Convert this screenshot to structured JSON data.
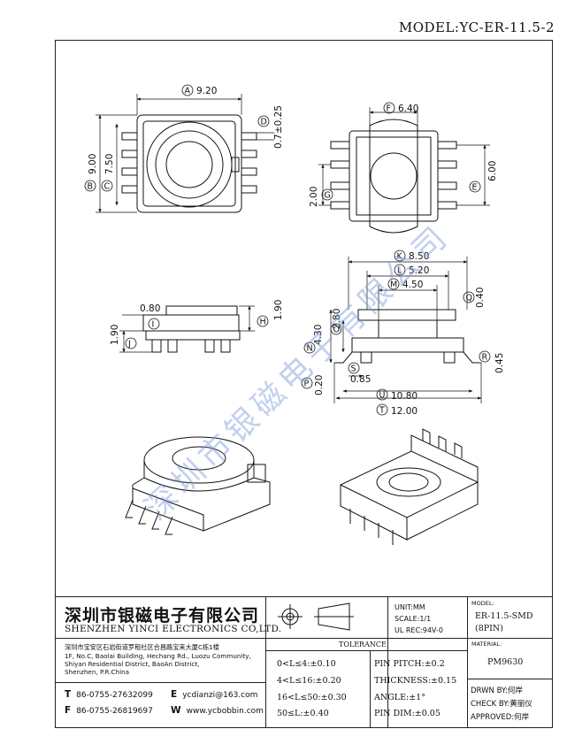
{
  "header": {
    "model_title": "MODEL:YC-ER-11.5-2"
  },
  "dimensions": {
    "A": "9.20",
    "B": "9.00",
    "C": "7.50",
    "D": "0.7±0.25",
    "E": "6.00",
    "F": "6.40",
    "G": "2.00",
    "H": "1.90",
    "I": "0.80",
    "J": "1.90",
    "K": "8.50",
    "L": "5.20",
    "M": "4.50",
    "N": "4.30",
    "O": "2.80",
    "P": "0.20",
    "Q": "0.40",
    "R": "0.45",
    "S": "0.85",
    "T": "12.00",
    "U": "10.80"
  },
  "labels": {
    "A": "A",
    "B": "B",
    "C": "C",
    "D": "D",
    "E": "E",
    "F": "F",
    "G": "G",
    "H": "H",
    "I": "I",
    "J": "J",
    "K": "K",
    "L": "L",
    "M": "M",
    "N": "N",
    "O": "O",
    "P": "P",
    "Q": "Q",
    "R": "R",
    "S": "S",
    "T": "T",
    "U": "U"
  },
  "watermark": "深圳市银磁电子有限公司",
  "title_block": {
    "company_cn": "深圳市银磁电子有限公司",
    "company_en": "SHENZHEN YINCI ELECTRONICS CO,LTD.",
    "address_cn": "深圳市宝安区石岩街道罗租社区合昌路宝来大厦C栋1楼",
    "address_en_1": "1F, No.C, Baolai Building, Hechang Rd., Luozu Community,",
    "address_en_2": "Shiyan Residential District, BaoAn District,",
    "address_en_3": "Shenzhen, P.R.China",
    "tel_label": "T",
    "tel": "86-0755-27632099",
    "fax_label": "F",
    "fax": "86-0755-26819697",
    "email_label": "E",
    "email": "ycdianzi@163.com",
    "web_label": "W",
    "web": "www.ycbobbin.com",
    "unit": "UNIT:MM",
    "scale": "SCALE:1/1",
    "ul": "UL REC:94V-0",
    "tolerance_title": "TOLERANCE",
    "tol_1": "0<L≤4:±0.10",
    "tol_2": "4<L≤16:±0.20",
    "tol_3": "16<L≤50:±0.30",
    "tol_4": "50≤L:±0.40",
    "pin_pitch": "PIN PITCH:±0.2",
    "thickness": "THICKNESS:±0.15",
    "angle": "ANGLE:±1°",
    "pin_dim": "PIN DIM:±0.05",
    "model_label": "MODEL:",
    "model_value": "ER-11.5-SMD",
    "model_spin": "(8PIN)",
    "material_label": "MATERIAL:",
    "material_value": "PM9630",
    "drwn_label": "DRWN BY:",
    "drwn_by": "何岸",
    "check_label": "CHECK BY:",
    "check_by": "黄丽仪",
    "approved_label": "APPROVED:",
    "approved_by": "何岸"
  }
}
